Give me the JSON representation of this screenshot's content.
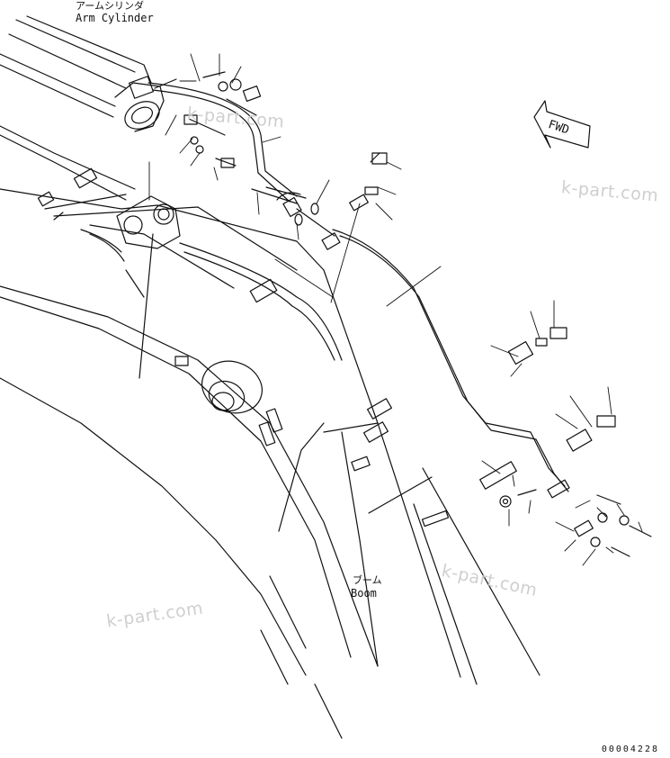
{
  "labels": {
    "arm_cylinder_jp": "アームシリンダ",
    "arm_cylinder_en": "Arm Cylinder",
    "boom_jp": "ブーム",
    "boom_en": "Boom",
    "fwd": "FWD"
  },
  "watermarks": [
    "k-part.com",
    "k-part.com",
    "k-part.com",
    "k-part.com"
  ],
  "drawing_code": "00004228"
}
